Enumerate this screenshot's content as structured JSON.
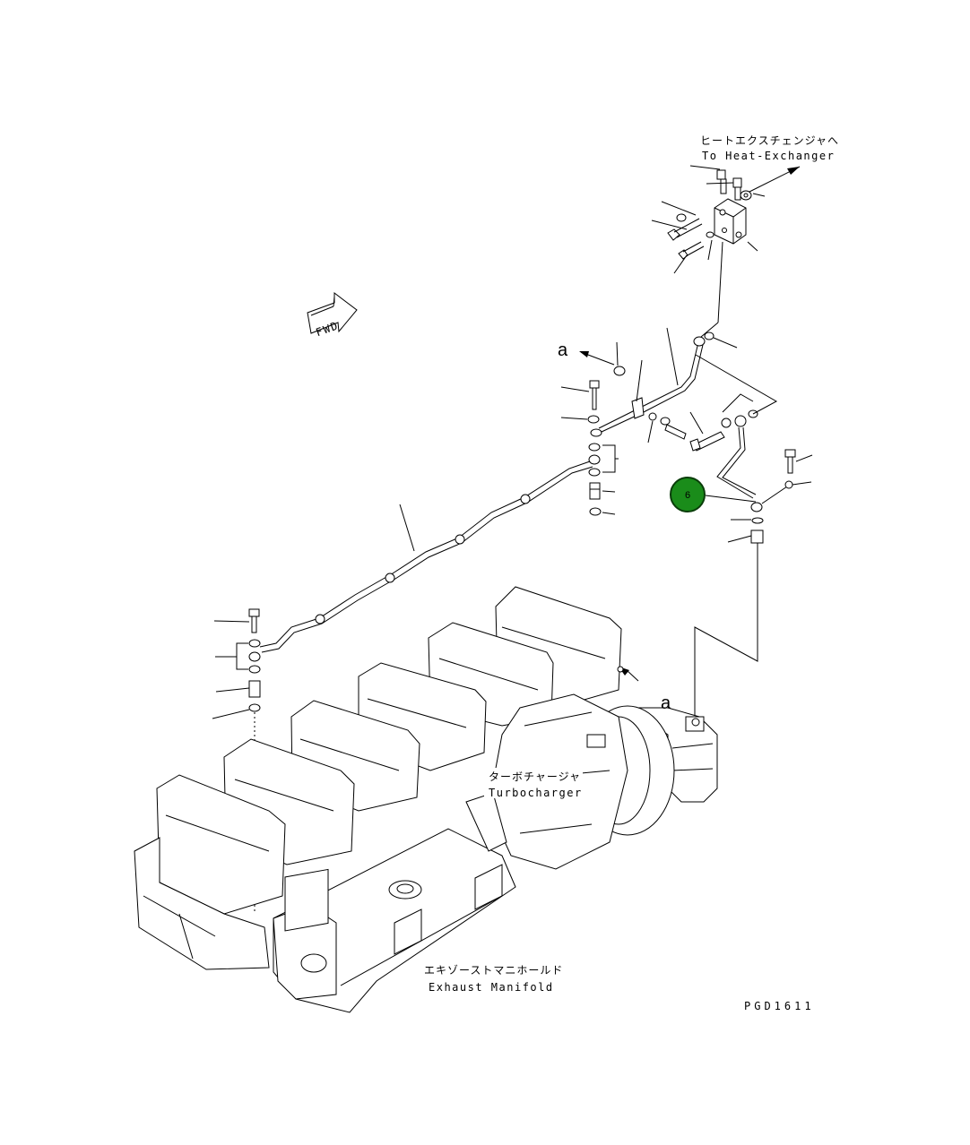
{
  "labels": {
    "heat_exchanger_jp": "ヒートエクスチェンジャへ",
    "heat_exchanger_en": "To Heat-Exchanger",
    "fwd": "FWD",
    "ref_a_top": "a",
    "ref_a_bottom": "a",
    "turbocharger_jp": "ターボチャージャ",
    "turbocharger_en": "Turbocharger",
    "exhaust_manifold_jp": "エキゾーストマニホールド",
    "exhaust_manifold_en": "Exhaust Manifold",
    "drawing_code": "PGD1611"
  },
  "callout": {
    "number": "6",
    "fill_color": "#1a8c1a",
    "stroke_color": "#0a3d0a"
  }
}
